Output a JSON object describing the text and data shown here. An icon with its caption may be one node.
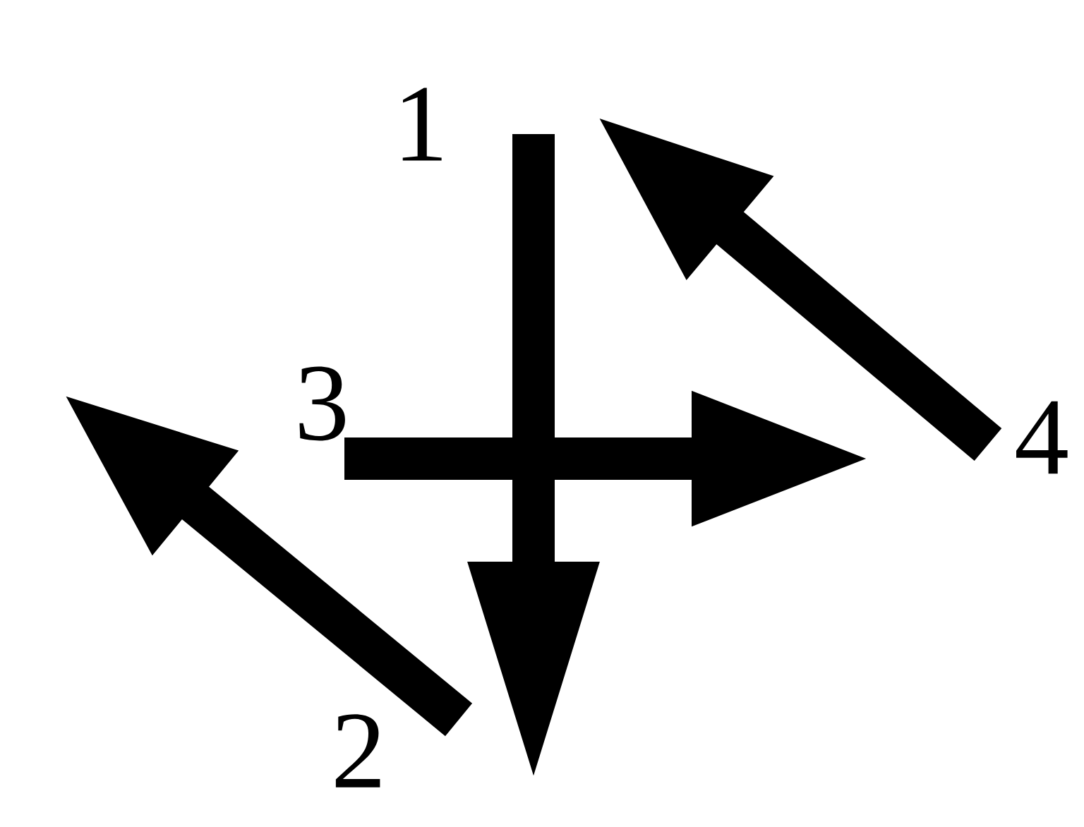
{
  "diagram": {
    "nodes": [
      {
        "text": [
          "1"
        ]
      },
      {
        "text": [
          "3"
        ]
      },
      {
        "text": [
          "4"
        ]
      },
      {
        "text": [
          "2"
        ]
      }
    ],
    "edges": [
      {
        "from": 0,
        "to": null,
        "arrow": "to"
      },
      {
        "from": 1,
        "to": null,
        "arrow": "to"
      },
      {
        "from": 2,
        "to": null,
        "arrow": "to"
      },
      {
        "from": 3,
        "to": null,
        "arrow": "to"
      }
    ]
  }
}
